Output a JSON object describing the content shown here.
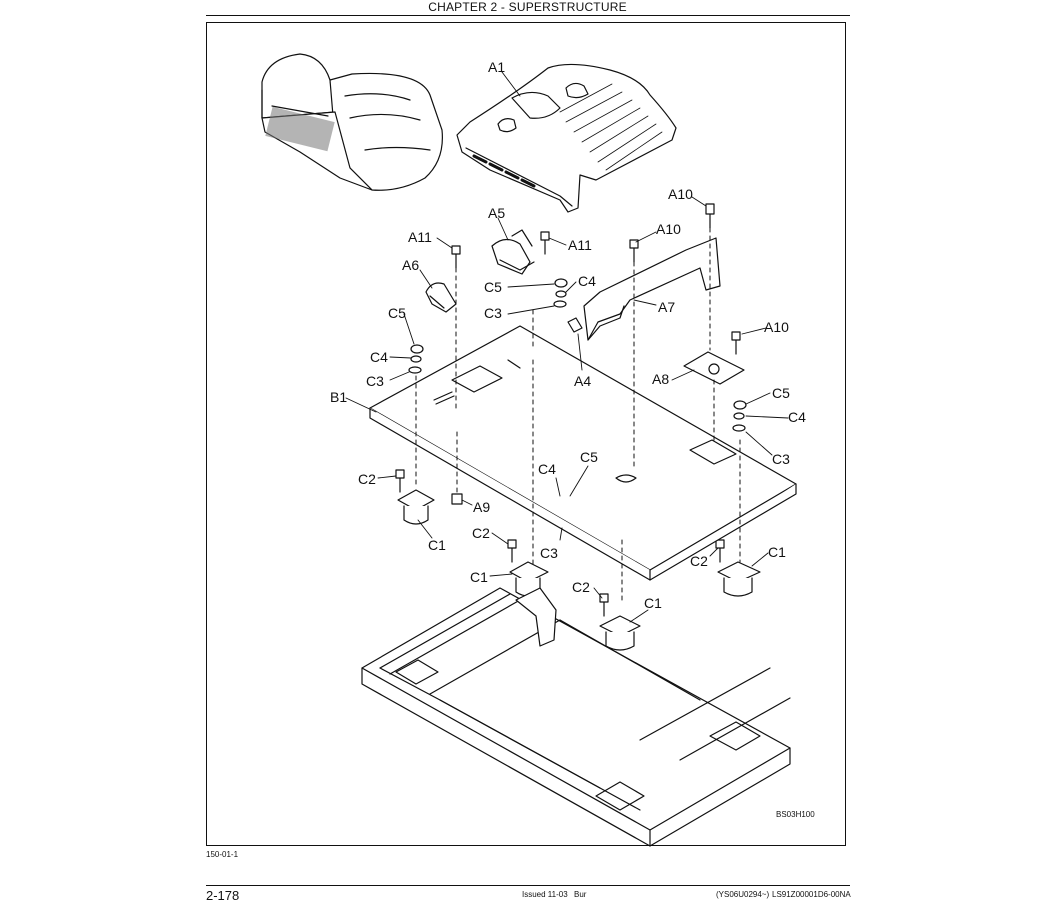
{
  "header": {
    "chapter_title": "CHAPTER 2 - SUPERSTRUCTURE"
  },
  "figure": {
    "drawing_code": "BS03H100",
    "ref_code": "150-01-1",
    "labels": [
      {
        "id": "A1",
        "text": "A1"
      },
      {
        "id": "A10a",
        "text": "A10"
      },
      {
        "id": "A5",
        "text": "A5"
      },
      {
        "id": "A10b",
        "text": "A10"
      },
      {
        "id": "A11a",
        "text": "A11"
      },
      {
        "id": "A11b",
        "text": "A11"
      },
      {
        "id": "A6",
        "text": "A6"
      },
      {
        "id": "C5a",
        "text": "C5"
      },
      {
        "id": "C4a",
        "text": "C4"
      },
      {
        "id": "C3a",
        "text": "C3"
      },
      {
        "id": "A7",
        "text": "A7"
      },
      {
        "id": "C5b",
        "text": "C5"
      },
      {
        "id": "C4b",
        "text": "C4"
      },
      {
        "id": "C3b",
        "text": "C3"
      },
      {
        "id": "A10c",
        "text": "A10"
      },
      {
        "id": "A4",
        "text": "A4"
      },
      {
        "id": "A8",
        "text": "A8"
      },
      {
        "id": "B1",
        "text": "B1"
      },
      {
        "id": "C5c",
        "text": "C5"
      },
      {
        "id": "C4c",
        "text": "C4"
      },
      {
        "id": "C3c",
        "text": "C3"
      },
      {
        "id": "C4d",
        "text": "C4"
      },
      {
        "id": "C5d",
        "text": "C5"
      },
      {
        "id": "C2a",
        "text": "C2"
      },
      {
        "id": "A9",
        "text": "A9"
      },
      {
        "id": "C1a",
        "text": "C1"
      },
      {
        "id": "C2b",
        "text": "C2"
      },
      {
        "id": "C3d",
        "text": "C3"
      },
      {
        "id": "C1b",
        "text": "C1"
      },
      {
        "id": "C2c",
        "text": "C2"
      },
      {
        "id": "C1c",
        "text": "C1"
      },
      {
        "id": "C2d",
        "text": "C2"
      },
      {
        "id": "C1d",
        "text": "C1"
      }
    ]
  },
  "footer": {
    "page_number": "2-178",
    "issued": "Issued 11-03",
    "language": "Bur",
    "serial_range": "(YS06U0294~)",
    "doc_code": "LS91Z00001D6-00NA"
  }
}
